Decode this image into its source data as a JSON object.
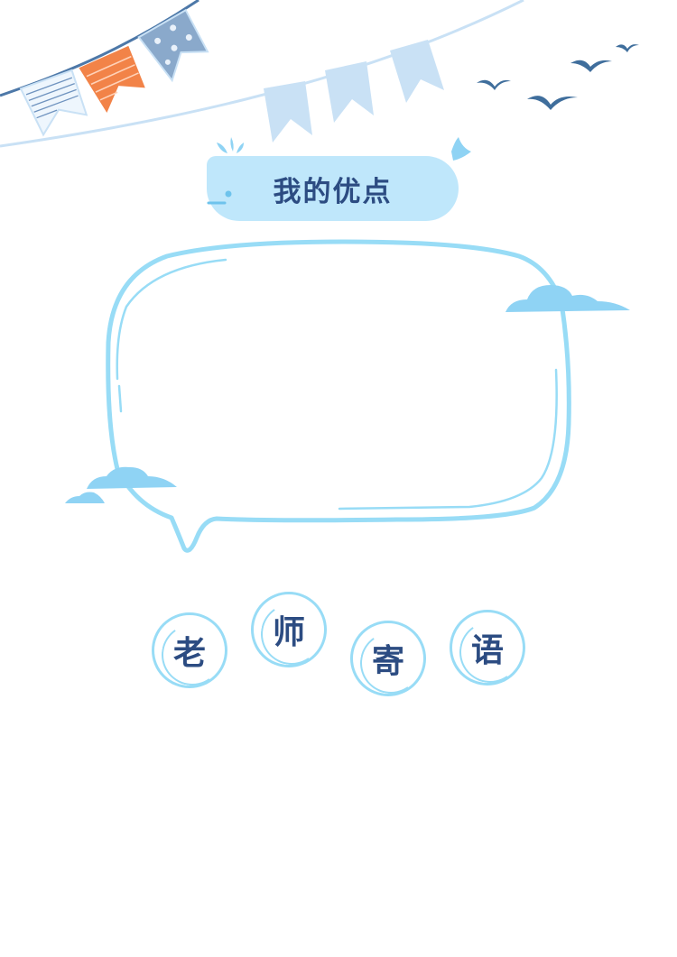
{
  "header": {
    "title": "我的优点"
  },
  "section": {
    "characters": [
      "老",
      "师",
      "寄",
      "语"
    ]
  },
  "colors": {
    "pill_fill": "#bfe7fb",
    "frame_stroke": "#98dcf6",
    "text_navy": "#2c4c82",
    "flag_orange": "#f28348",
    "flag_steel": "#8aa9cb",
    "flag_pale": "#c9e1f5",
    "bird": "#3f6e9c"
  },
  "icons": [
    "bunting-banner",
    "bird-icon",
    "whale-spout-icon",
    "whale-tail-icon",
    "cloud-icon",
    "speech-bubble-frame"
  ]
}
